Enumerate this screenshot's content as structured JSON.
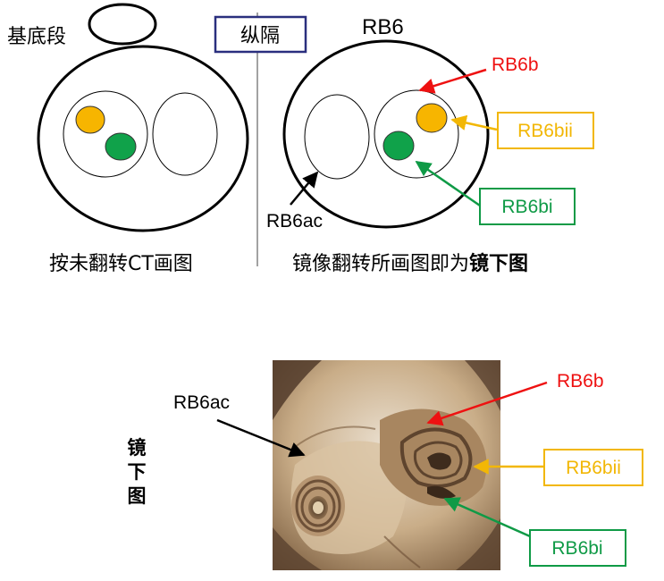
{
  "colors": {
    "red": "#ee1111",
    "orange": "#f2b705",
    "orange_fill": "#f7b500",
    "green": "#0f9a46",
    "green_fill": "#10a24a",
    "navy": "#2a2f7e",
    "black": "#000000"
  },
  "top": {
    "label_basal": "基底段",
    "label_septum": "纵隔",
    "label_rb6": "RB6",
    "caption_left": "按未翻转CT画图",
    "caption_right_prefix": "镜像翻转所画图即为",
    "caption_right_bold": "镜下图",
    "labels": {
      "rb6b": "RB6b",
      "rb6bii": "RB6bii",
      "rb6bi": "RB6bi",
      "rb6ac": "RB6ac"
    }
  },
  "bottom": {
    "side_title_chars": [
      "镜",
      "下",
      "图"
    ],
    "labels": {
      "rb6ac": "RB6ac",
      "rb6b": "RB6b",
      "rb6bii": "RB6bii",
      "rb6bi": "RB6bi"
    },
    "image_desc": "3D virtual bronchoscopy rendering",
    "icons": [
      "bronchoscopy-render-icon"
    ]
  },
  "chart_data": {
    "type": "table",
    "title": "",
    "xlabel": "",
    "ylabel": ""
  }
}
